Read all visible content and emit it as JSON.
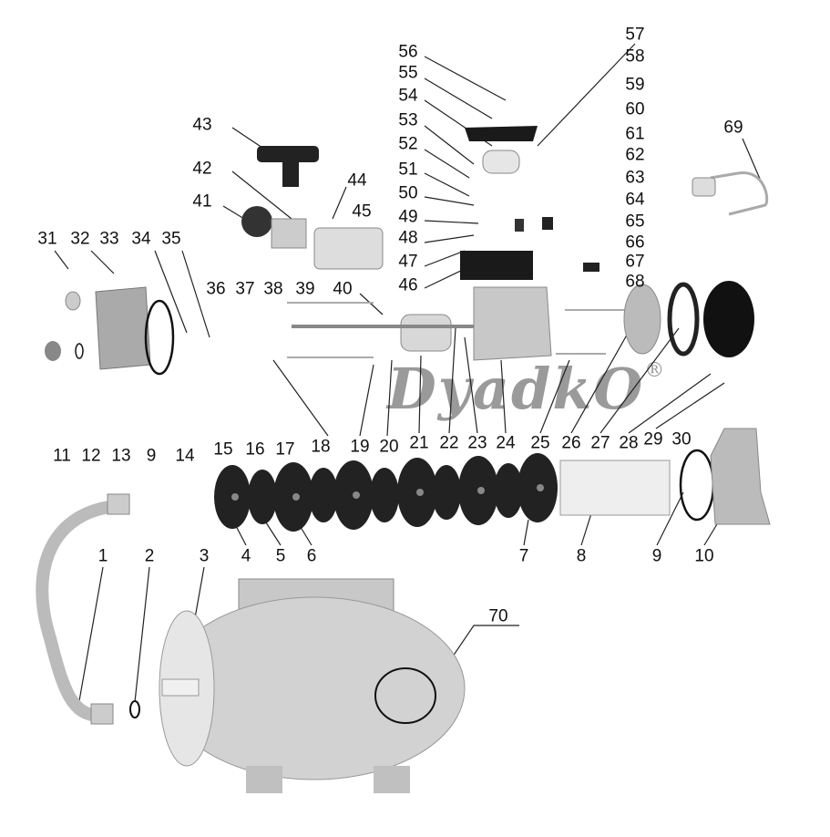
{
  "diagram": {
    "title": "Pump station exploded parts view",
    "watermark": "DyadkO",
    "watermark_mark": "®",
    "labels": [
      "56",
      "57",
      "55",
      "58",
      "54",
      "59",
      "53",
      "60",
      "52",
      "61",
      "51",
      "62",
      "50",
      "63",
      "49",
      "64",
      "48",
      "65",
      "47",
      "66",
      "46",
      "67",
      "68",
      "43",
      "69",
      "42",
      "44",
      "41",
      "45",
      "31",
      "32",
      "33",
      "34",
      "35",
      "36",
      "37",
      "38",
      "39",
      "40",
      "11",
      "12",
      "13",
      "9",
      "14",
      "15",
      "16",
      "17",
      "18",
      "19",
      "20",
      "21",
      "22",
      "23",
      "24",
      "25",
      "26",
      "27",
      "28",
      "29",
      "30",
      "4",
      "5",
      "6",
      "7",
      "8",
      "9",
      "10",
      "1",
      "2",
      "3",
      "70"
    ]
  }
}
